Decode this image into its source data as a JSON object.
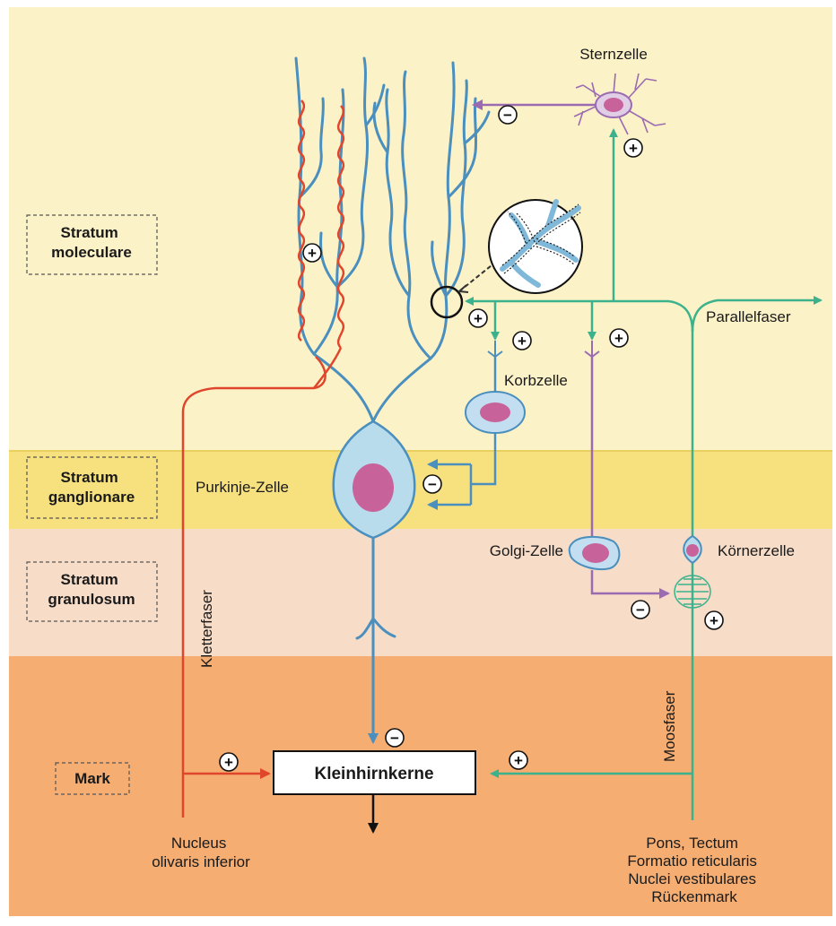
{
  "colors": {
    "molecular": "#fcf2c8",
    "ganglion": "#f7e07e",
    "granular": "#f7dcc8",
    "mark": "#f5ad72",
    "purkinje_fill": "#b9dcec",
    "purkinje_stroke": "#4a8fbd",
    "nucleus": "#c8629a",
    "climbing": "#e0462b",
    "parallel": "#3bb28c",
    "inhib": "#9a6bb0",
    "basket_fill": "#c2def0"
  },
  "layers": {
    "molecular": "Stratum\nmoleculare",
    "ganglion": "Stratum\nganglionare",
    "granular": "Stratum\ngranulosum",
    "mark": "Mark"
  },
  "cells": {
    "sternzelle": "Sternzelle",
    "korbzelle": "Korbzelle",
    "purkinje": "Purkinje-Zelle",
    "golgi": "Golgi-Zelle",
    "koerner": "Körnerzelle"
  },
  "fibers": {
    "parallel": "Parallelfaser",
    "kletter": "Kletterfaser",
    "moos": "Moosfaser"
  },
  "box": {
    "label": "Kleinhirnkerne"
  },
  "sources": {
    "olive": "Nucleus\nolivaris inferior",
    "moss": "Pons, Tectum\nFormatio reticularis\nNuclei vestibulares\nRückenmark"
  },
  "signs": {
    "plus": "+",
    "minus": "−"
  }
}
